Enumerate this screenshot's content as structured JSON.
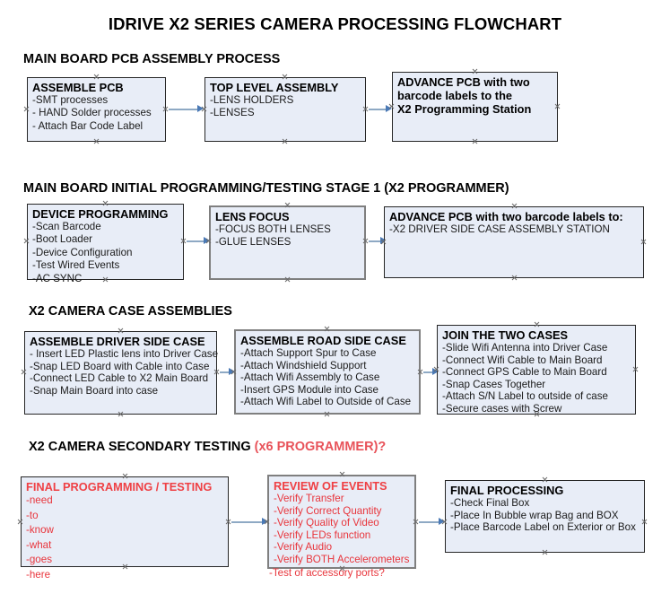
{
  "document": {
    "title": "IDRIVE X2  SERIES CAMERA PROCESSING FLOWCHART"
  },
  "colors": {
    "box_fill": "#e8edf7",
    "box_border": "#262626",
    "box_border_heavy": "#7f7f7f",
    "connector": "#8ea9c4",
    "arrow": "#4a79b5",
    "text": "#000000",
    "accent_red": "#e8353c"
  },
  "sections": [
    {
      "id": "main-board-pcb-assembly",
      "heading": "MAIN BOARD PCB ASSEMBLY PROCESS",
      "heading_accent": "",
      "boxes": [
        {
          "id": "assemble-pcb",
          "title": "ASSEMBLE PCB",
          "lines": [
            "-SMT processes",
            "- HAND Solder processes",
            "- Attach Bar Code Label"
          ]
        },
        {
          "id": "top-level-assembly",
          "title": "TOP LEVEL ASSEMBLY",
          "lines": [
            "-LENS HOLDERS",
            "-LENSES"
          ]
        },
        {
          "id": "advance-pcb-to-x2-programming-station",
          "title": "ADVANCE PCB with two",
          "lines": [
            "barcode labels to the",
            " X2 Programming Station"
          ]
        }
      ]
    },
    {
      "id": "main-board-initial-programming",
      "heading": "MAIN BOARD INITIAL PROGRAMMING/TESTING STAGE 1 (X2 PROGRAMMER)",
      "heading_accent": "",
      "boxes": [
        {
          "id": "device-programming",
          "title": "DEVICE PROGRAMMING",
          "lines": [
            "-Scan Barcode",
            "-Boot Loader",
            "-Device Configuration",
            "-Test Wired Events",
            "-AC SYNC"
          ]
        },
        {
          "id": "lens-focus",
          "title": "LENS FOCUS",
          "lines": [
            "-FOCUS BOTH LENSES",
            "-GLUE LENSES"
          ]
        },
        {
          "id": "advance-pcb-to-driver-side-case-station",
          "title": "ADVANCE PCB with two barcode labels to:",
          "lines": [
            "-X2 DRIVER  SIDE  CASE  ASSEMBLY STATION"
          ]
        }
      ]
    },
    {
      "id": "x2-camera-case-assemblies",
      "heading": "X2 CAMERA CASE ASSEMBLIES",
      "heading_accent": "",
      "boxes": [
        {
          "id": "assemble-driver-side-case",
          "title": "ASSEMBLE DRIVER SIDE CASE",
          "lines": [
            "- Insert LED Plastic lens into Driver Case",
            "-Snap LED Board with Cable into Case",
            "-Connect LED Cable to X2 Main Board",
            "-Snap Main Board into case"
          ]
        },
        {
          "id": "assemble-road-side-case",
          "title": "ASSEMBLE ROAD SIDE CASE",
          "lines": [
            "-Attach Support Spur to Case",
            "-Attach Windshield Support",
            "-Attach Wifi Assembly to Case",
            "-Insert GPS Module into Case",
            "-Attach Wifi Label to Outside of Case"
          ]
        },
        {
          "id": "join-the-two-cases",
          "title": "JOIN THE TWO CASES",
          "lines": [
            "-Slide Wifi Antenna into Driver Case",
            "-Connect Wifi Cable to Main Board",
            "-Connect GPS Cable to Main Board",
            "-Snap Cases Together",
            "-Attach S/N Label to outside of case",
            "-Secure cases with Screw"
          ]
        }
      ]
    },
    {
      "id": "x2-camera-secondary-testing",
      "heading": "X2 CAMERA SECONDARY TESTING ",
      "heading_accent": "(x6 PROGRAMMER)?",
      "boxes": [
        {
          "id": "final-programming-testing",
          "title": "FINAL PROGRAMMING / TESTING",
          "lines": [
            "-need",
            "-to",
            "-know",
            "-what",
            "-goes",
            "-here"
          ]
        },
        {
          "id": "review-of-events",
          "title": "REVIEW OF EVENTS",
          "lines": [
            "-Verify Transfer",
            "-Verify Correct Quantity",
            "-Verify Quality of Video",
            "-Verify LEDs function",
            "-Verify Audio",
            "-Verify BOTH Accelerometers"
          ],
          "overflow_line": "-Test of accessory ports?"
        },
        {
          "id": "final-processing",
          "title": "FINAL PROCESSING",
          "lines": [
            " -Check Final Box",
            "-Place In Bubble wrap Bag and BOX",
            "-Place Barcode Label on Exterior or Box"
          ]
        }
      ]
    }
  ]
}
